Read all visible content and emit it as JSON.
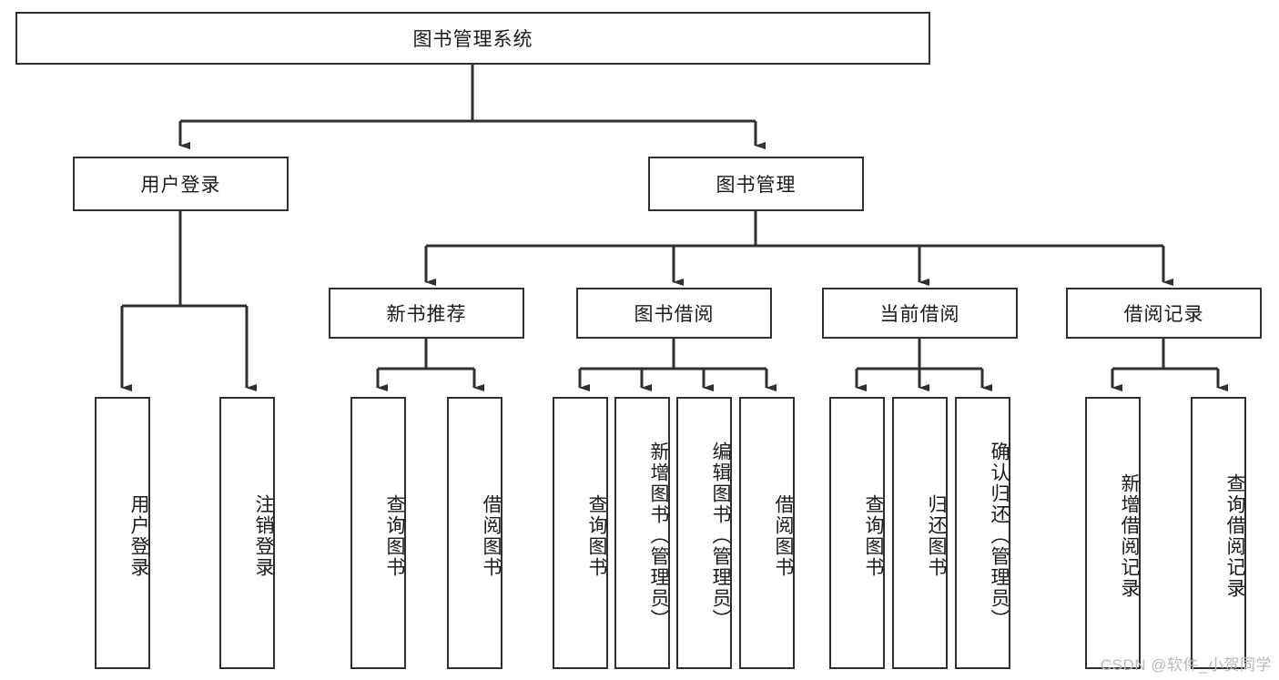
{
  "diagram": {
    "title": "图书管理系统",
    "type": "tree-hierarchy",
    "style": {
      "border_color": "#2f2f2f",
      "fill_color": "#ffffff",
      "line_color": "#2f2f2f",
      "text_color": "#1a1a1a",
      "background": "#ffffff"
    },
    "root": {
      "label": "图书管理系统"
    },
    "level2": [
      {
        "label": "用户登录"
      },
      {
        "label": "图书管理"
      }
    ],
    "level3": [
      {
        "label": "新书推荐"
      },
      {
        "label": "图书借阅"
      },
      {
        "label": "当前借阅"
      },
      {
        "label": "借阅记录"
      }
    ],
    "leaves": {
      "user_login": [
        {
          "label": "用户登录"
        },
        {
          "label": "注销登录"
        }
      ],
      "new_book_recommend": [
        {
          "label": "查询图书"
        },
        {
          "label": "借阅图书"
        }
      ],
      "book_borrow": [
        {
          "label": "查询图书"
        },
        {
          "label": "新增图书（管理员）"
        },
        {
          "label": "编辑图书（管理员）"
        },
        {
          "label": "借阅图书"
        }
      ],
      "current_borrow": [
        {
          "label": "查询图书"
        },
        {
          "label": "归还图书"
        },
        {
          "label": "确认归还（管理员）"
        }
      ],
      "borrow_record": [
        {
          "label": "新增借阅记录"
        },
        {
          "label": "查询借阅记录"
        }
      ]
    }
  },
  "watermark": {
    "text": "CSDN @软件_小贺同学"
  }
}
